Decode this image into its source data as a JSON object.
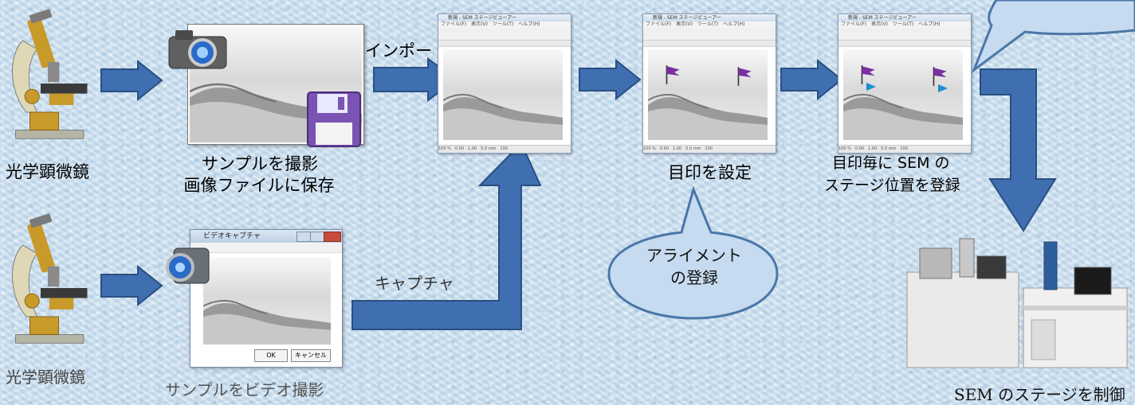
{
  "labels": {
    "microscope_top": "光学顕微鏡",
    "microscope_bottom": "光学顕微鏡",
    "photo_line1": "サンプルを撮影",
    "photo_line2": "画像ファイルに保存",
    "import": "インポート",
    "video": "サンプルをビデオ撮影",
    "capture": "キャプチャ",
    "set_marks": "目印を設定",
    "register_line1": "目印毎に SEM の",
    "register_line2": "ステージ位置を登録",
    "alignment_line1": "アライメント",
    "alignment_line2": "の登録",
    "sem_control": "SEM のステージを制御"
  },
  "video_window": {
    "title": "ビデオキャプチャ",
    "ok_button": "OK",
    "cancel_button": "キャンセル"
  },
  "app_window": {
    "title": "新規 - SEM ステージビューアー",
    "menu": "ファイル(F)　表示(V)　ツール(T)　ヘルプ(H)",
    "status": "100 %　0.00　1.00　5.0 mm　100"
  },
  "colors": {
    "arrow_fill": "#3f6fb0",
    "arrow_stroke": "#2a4f82",
    "bubble_fill": "#c6dbef",
    "bubble_stroke": "#4a76a8",
    "flag": "#7a2fa0"
  }
}
